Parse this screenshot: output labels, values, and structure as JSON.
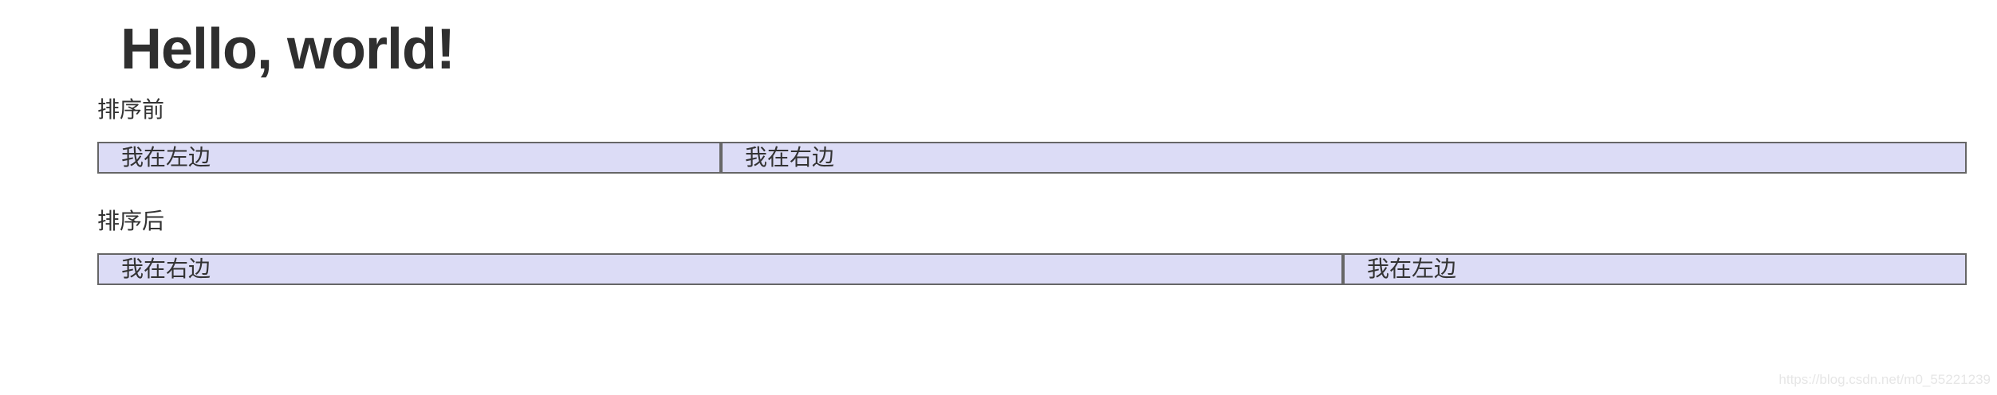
{
  "page": {
    "title": "Hello, world!"
  },
  "sections": {
    "before": {
      "label": "排序前",
      "items": [
        "我在左边",
        "我在右边"
      ]
    },
    "after": {
      "label": "排序后",
      "items": [
        "我在右边",
        "我在左边"
      ]
    }
  },
  "watermark": {
    "text": "https://blog.csdn.net/m0_55221239"
  },
  "colors": {
    "box_background": "#dcdcf6",
    "box_border": "#666666",
    "text": "#333333"
  }
}
